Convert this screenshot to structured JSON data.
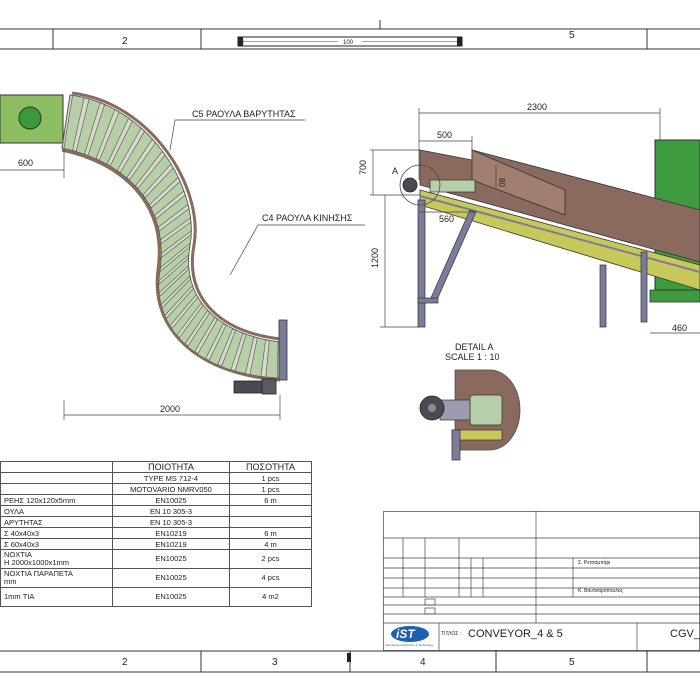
{
  "zones": {
    "top": [
      "2",
      "5"
    ],
    "bottom": [
      "2",
      "3",
      "4",
      "5"
    ]
  },
  "scale_bar": {
    "label": "100"
  },
  "top_view": {
    "dim_width": "2000",
    "dim_inlet": "600",
    "callout_c5": "C5 ΡΑΟΥΛΑ ΒΑΡΥΤΗΤΑΣ",
    "callout_c4": "C4 ΡΑΟΥΛΑ ΚΙΝΗΣΗΣ"
  },
  "side_view": {
    "dim_length": "2300",
    "dim_500": "500",
    "dim_560": "560",
    "dim_700": "700",
    "dim_1200": "1200",
    "dim_80": "80",
    "dim_460": "460",
    "detail_marker": "A"
  },
  "detail": {
    "title": "DETAIL A",
    "scale": "SCALE 1 : 10"
  },
  "bom": {
    "headers": [
      "",
      "ΠΟΙΟΤΗΤΑ",
      "ΠΟΣΟΤΗΤΑ"
    ],
    "rows": [
      {
        "desc": "",
        "quality": "TYPE MS 712-4",
        "qty": "1 pcs"
      },
      {
        "desc": "",
        "quality": "MOTOVARIO NMRV050",
        "qty": "1 pcs"
      },
      {
        "desc": "ΡΕΗΣ 120x120x5mm",
        "quality": "EN10025",
        "qty": "6 m"
      },
      {
        "desc": "ΟΥΛΑ",
        "quality": "EN 10 305-3",
        "qty": ""
      },
      {
        "desc": "ΑΡΥΤΗΤΑΣ",
        "quality": "EN 10 305-3",
        "qty": ""
      },
      {
        "desc": "Σ 40x40x3",
        "quality": "EN10219",
        "qty": "6 m"
      },
      {
        "desc": "Σ 60x40x3",
        "quality": "EN10219",
        "qty": "4 m"
      },
      {
        "desc": "ΝΟΧΤΙΑ\nH 2000x1000x1mm",
        "quality": "EN10025",
        "qty": "2 pcs"
      },
      {
        "desc": "ΝΟΧΤΙΑ ΠΑΡΑΠΕΤΑ\nmm",
        "quality": "EN10025",
        "qty": "4 pcs"
      },
      {
        "desc": "1mm ΤΙΑ",
        "quality": "EN10025",
        "qty": "4 m2"
      }
    ]
  },
  "title_block": {
    "drawn_name": "Σ. Ρετσαμπάρι",
    "checked_name": "Κ. Βουτσαρόπουλος",
    "title_label": "ΤΙΤΛΟΣ :",
    "title": "CONVEYOR_4 & 5",
    "drawing_no": "CGV_",
    "logo_text": "iST",
    "logo_sub": "International Solutions & Technology"
  },
  "colors": {
    "roller": "#b7cfa8",
    "frame": "#c8c85a",
    "hopper": "#3e9a3e",
    "curve": "#8a6a5e",
    "steel": "#7b7b9a"
  }
}
